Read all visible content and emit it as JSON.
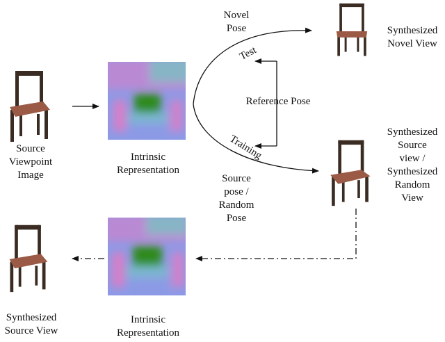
{
  "labels": {
    "source_image": [
      "Source",
      "Viewpoint",
      "Image"
    ],
    "intrinsic_top": [
      "Intrinsic",
      "Representation"
    ],
    "novel_pose": [
      "Novel",
      "Pose"
    ],
    "test": "Test",
    "reference_pose": "Reference Pose",
    "training": "Training",
    "source_random_pose": [
      "Source",
      "pose /",
      "Random",
      "Pose"
    ],
    "synth_novel": [
      "Synthesized",
      "Novel View"
    ],
    "synth_source_random": [
      "Synthesized",
      "Source",
      "view /",
      "Synthesized",
      "Random",
      "View"
    ],
    "synth_source_view": [
      "Synthesized",
      "Source View"
    ],
    "intrinsic_bottom": [
      "Intrinsic",
      "Representation"
    ]
  },
  "colors": {
    "chair_wood": "#3a2c22",
    "chair_seat": "#9a5a46",
    "rep_pink": "#e07cc4",
    "rep_blue": "#8c9ae6",
    "rep_green": "#2e8a1e",
    "rep_teal": "#72c8c0",
    "arrow": "#111111"
  }
}
